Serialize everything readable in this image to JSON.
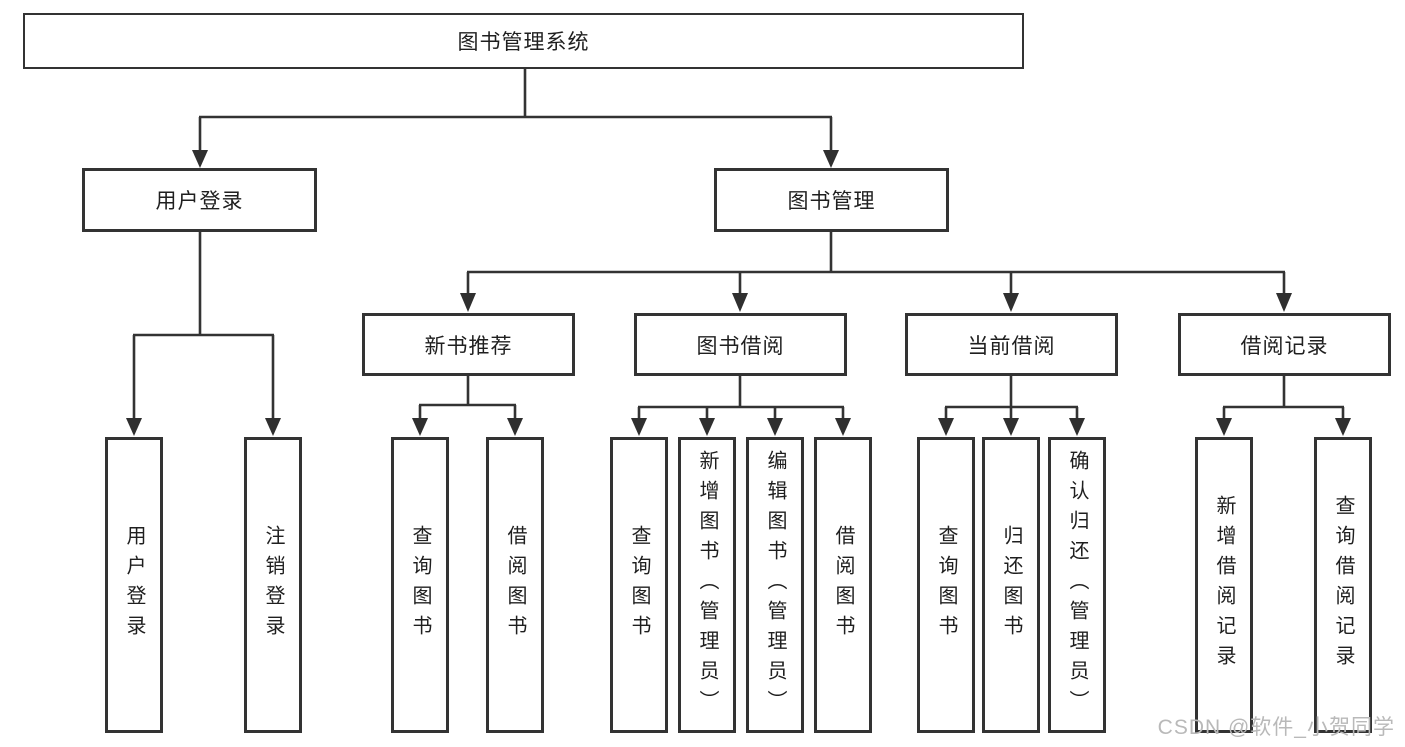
{
  "diagram": {
    "type": "hierarchy-tree",
    "title": "图书管理系统",
    "nodes": {
      "root": "图书管理系统",
      "userLogin": "用户登录",
      "bookManagement": "图书管理",
      "newBookRecommend": "新书推荐",
      "bookBorrow": "图书借阅",
      "currentBorrow": "当前借阅",
      "borrowRecord": "借阅记录",
      "leafUserLogin": "用户登录",
      "leafLogout": "注销登录",
      "nbQueryBook": "查询图书",
      "nbBorrowBook": "借阅图书",
      "bbQueryBook": "查询图书",
      "bbAddBook": "新增图书（管理员）",
      "bbEditBook": "编辑图书（管理员）",
      "bbBorrowBook": "借阅图书",
      "cbQueryBook": "查询图书",
      "cbReturnBook": "归还图书",
      "cbConfirmReturn": "确认归还（管理员）",
      "brAddRecord": "新增借阅记录",
      "brQueryRecord": "查询借阅记录"
    },
    "hierarchy": {
      "图书管理系统": {
        "用户登录": [
          "用户登录",
          "注销登录"
        ],
        "图书管理": {
          "新书推荐": [
            "查询图书",
            "借阅图书"
          ],
          "图书借阅": [
            "查询图书",
            "新增图书（管理员）",
            "编辑图书（管理员）",
            "借阅图书"
          ],
          "当前借阅": [
            "查询图书",
            "归还图书",
            "确认归还（管理员）"
          ],
          "借阅记录": [
            "新增借阅记录",
            "查询借阅记录"
          ]
        }
      }
    },
    "colors": {
      "line": "#333333",
      "text": "#1f1f1f",
      "box_background": "#ffffff"
    }
  },
  "watermark": {
    "text": "CSDN @软件_小贺同学",
    "color": "#b9b9b9"
  }
}
